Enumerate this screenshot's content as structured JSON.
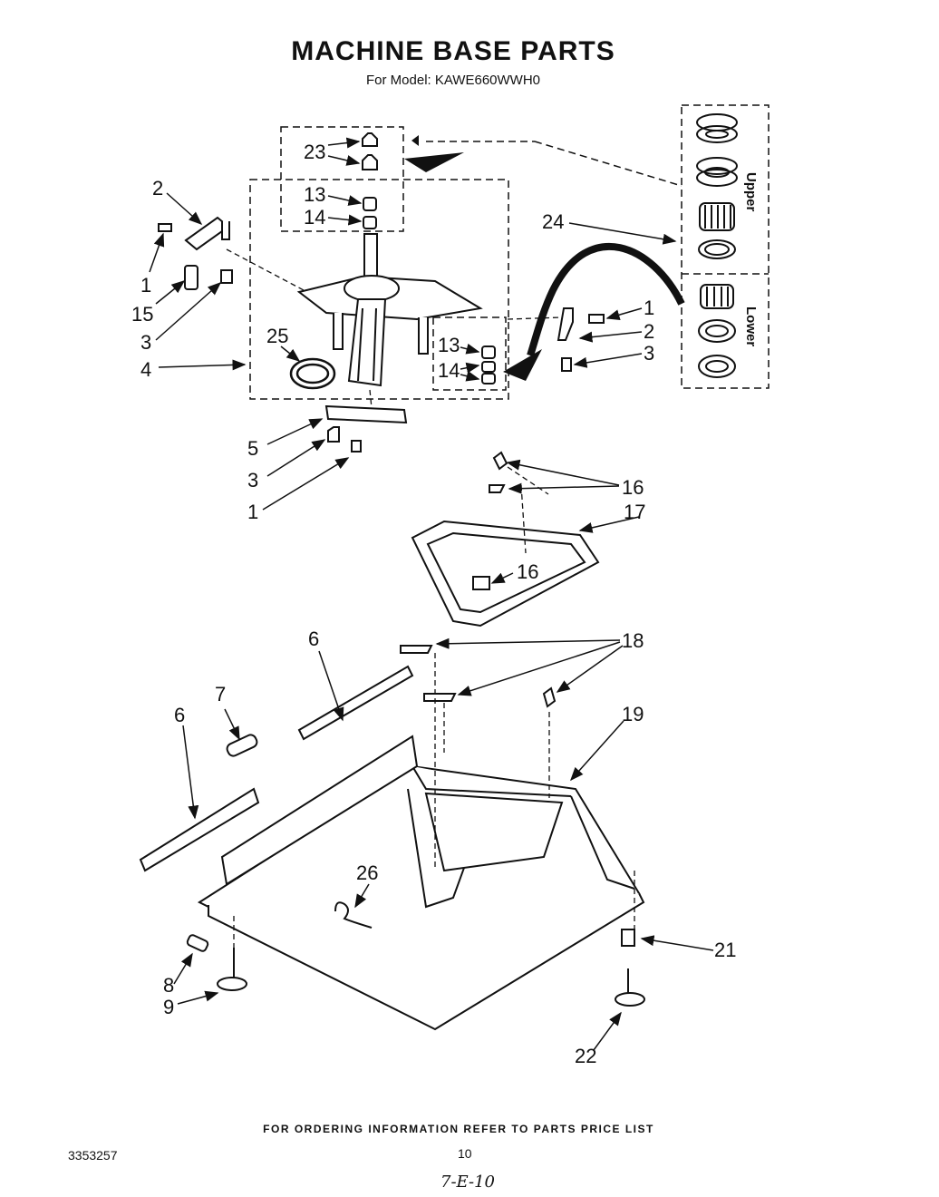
{
  "header": {
    "title": "MACHINE BASE PARTS",
    "subtitle": "For Model: KAWE660WWH0"
  },
  "callouts": {
    "p1": "1",
    "p2": "2",
    "p3": "3",
    "p4": "4",
    "p5": "5",
    "p6": "6",
    "p7": "7",
    "p8": "8",
    "p9": "9",
    "p13": "13",
    "p14": "14",
    "p15": "15",
    "p16": "16",
    "p17": "17",
    "p18": "18",
    "p19": "19",
    "p21": "21",
    "p22": "22",
    "p23": "23",
    "p24": "24",
    "p25": "25",
    "p26": "26"
  },
  "bearing_groups": {
    "upper": "Upper",
    "lower": "Lower"
  },
  "footer": {
    "ordering_note": "FOR ORDERING INFORMATION REFER TO PARTS PRICE LIST",
    "doc_number": "3353257",
    "page_number": "10",
    "handwritten": "7-E-10"
  }
}
